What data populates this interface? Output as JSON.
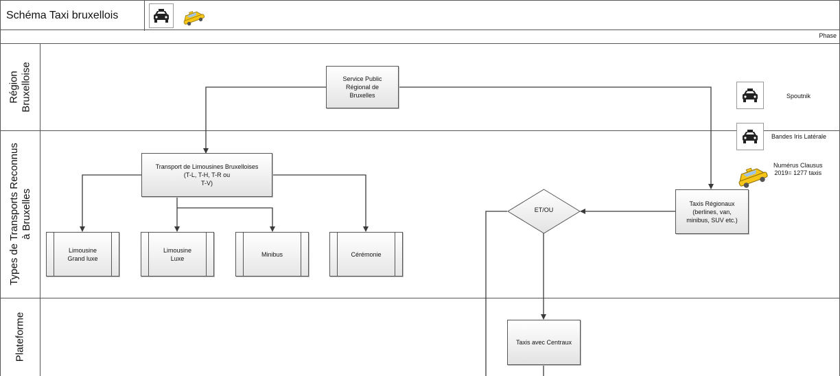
{
  "header": {
    "title": "Schéma Taxi bruxellois",
    "icons": [
      "taxi-front-icon",
      "taxi-car-yellow-icon"
    ]
  },
  "phase": {
    "label": "Phase"
  },
  "lanes": [
    {
      "label": "Région\nBruxelloise"
    },
    {
      "label": "Types de Transports Reconnus\nà Bruxelles"
    },
    {
      "label": "Plateforme"
    }
  ],
  "nodes": {
    "service_public": "Service Public\nRégional de\nBruxelles",
    "transport_limousines": "Transport de Limousines Bruxelloises\n(T-L, T-H, T-R ou\nT-V)",
    "limousine_grand_luxe": "Limousine\nGrand luxe",
    "limousine_luxe": "Limousine\nLuxe",
    "minibus": "Minibus",
    "ceremonie": "Cérémonie",
    "decision": "ET/OU",
    "taxis_regionaux": "Taxis Régionaux\n(berlines, van,\nminibus, SUV etc.)",
    "taxis_centraux": "Taxis avec Centraux"
  },
  "legend": {
    "spoutnik": "Spoutnik",
    "bandes": "Bandes Iris Latérale",
    "numerus": "Numérus Clausus\n2019= 1277 taxis"
  },
  "colors": {
    "line": "#3a3a3a",
    "taxi_yellow": "#f5c518",
    "box_fill_top": "#ffffff",
    "box_fill_bottom": "#e3e3e3"
  }
}
